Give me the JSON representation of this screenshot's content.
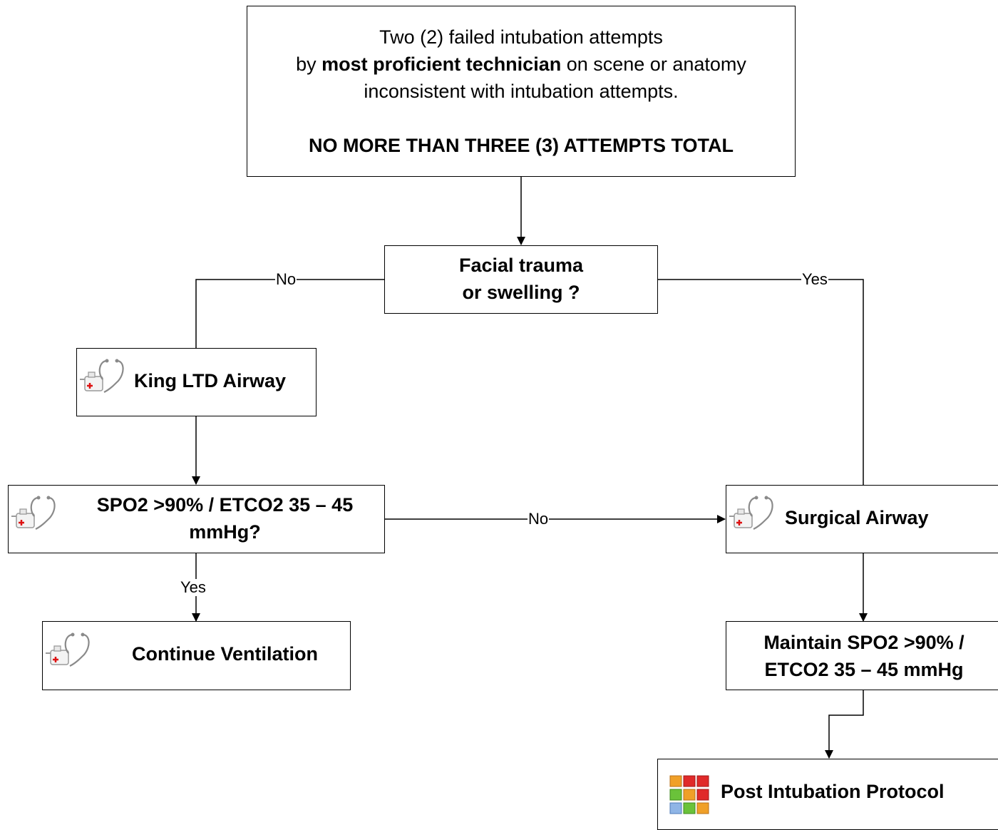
{
  "start": {
    "line1": "Two (2) failed intubation attempts",
    "line2_pre": "by ",
    "line2_bold": "most proficient technician",
    "line2_post": " on scene or anatomy",
    "line3": "inconsistent with intubation attempts.",
    "warning": "NO MORE THAN THREE (3) ATTEMPTS TOTAL"
  },
  "decision_facial": {
    "line1": "Facial trauma",
    "line2": "or swelling ?"
  },
  "labels": {
    "facial_no": "No",
    "facial_yes": "Yes",
    "spo2_no": "No",
    "spo2_yes": "Yes"
  },
  "king": {
    "label": "King LTD Airway",
    "icon": "stethoscope-icon"
  },
  "spo2_check": {
    "line1": "SPO2 >90% / ETCO2 35 – 45",
    "line2": "mmHg?",
    "icon": "stethoscope-icon"
  },
  "continue": {
    "label": "Continue Ventilation",
    "icon": "stethoscope-icon"
  },
  "surgical": {
    "label": "Surgical Airway",
    "icon": "stethoscope-icon"
  },
  "maintain": {
    "line1": "Maintain SPO2 >90% /",
    "line2": "ETCO2 35 – 45 mmHg"
  },
  "post": {
    "label": "Post Intubation Protocol",
    "icon": "protocol-grid-icon"
  }
}
